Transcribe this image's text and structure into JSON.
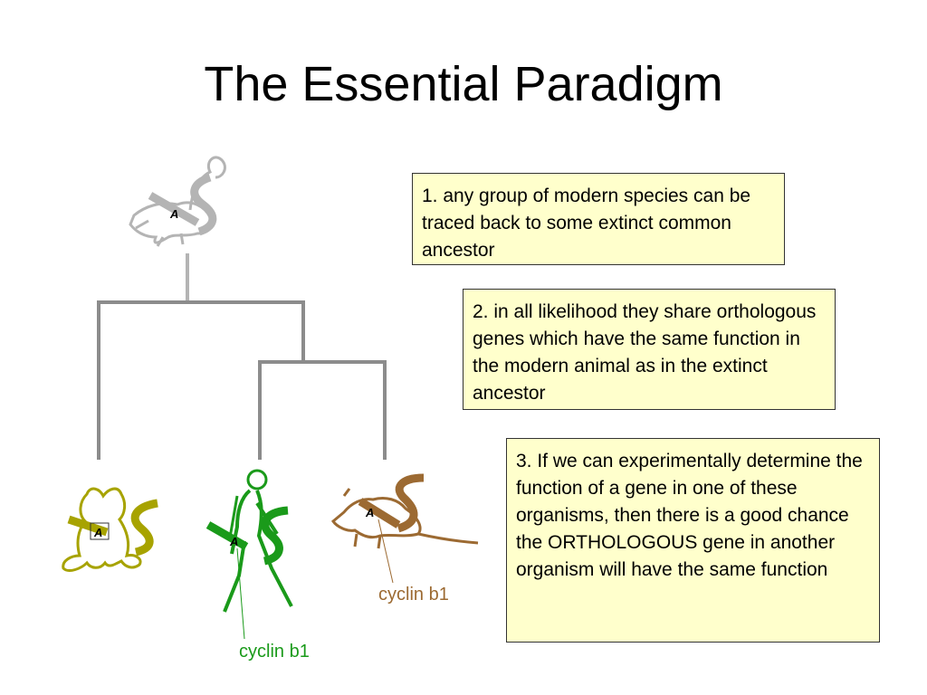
{
  "title": "The Essential Paradigm",
  "notes": [
    "1. any group of modern species can be traced back to some extinct common ancestor",
    "2. in all likelihood they share orthologous genes which have the same function in the modern animal as in the extinct ancestor",
    "3. If we can experimentally determine the function of a gene in one of these organisms, then there is a good chance the ORTHOLOGOUS gene in another organism will have the same function"
  ],
  "labels": {
    "gene_brown": "cyclin b1",
    "gene_green": "cyclin b1"
  },
  "gene_marker": "A",
  "colors": {
    "ancestor": "#b4b4b4",
    "tree": "#8c8c8c",
    "frog": "#a7a300",
    "human": "#1a9a1a",
    "rodent": "#9c6a32",
    "note_fill": "#ffffcc"
  },
  "icons": {
    "ancestor": "ancestor-creature-icon",
    "frog": "frog-icon",
    "human": "walking-human-icon",
    "rodent": "rodent-icon"
  }
}
